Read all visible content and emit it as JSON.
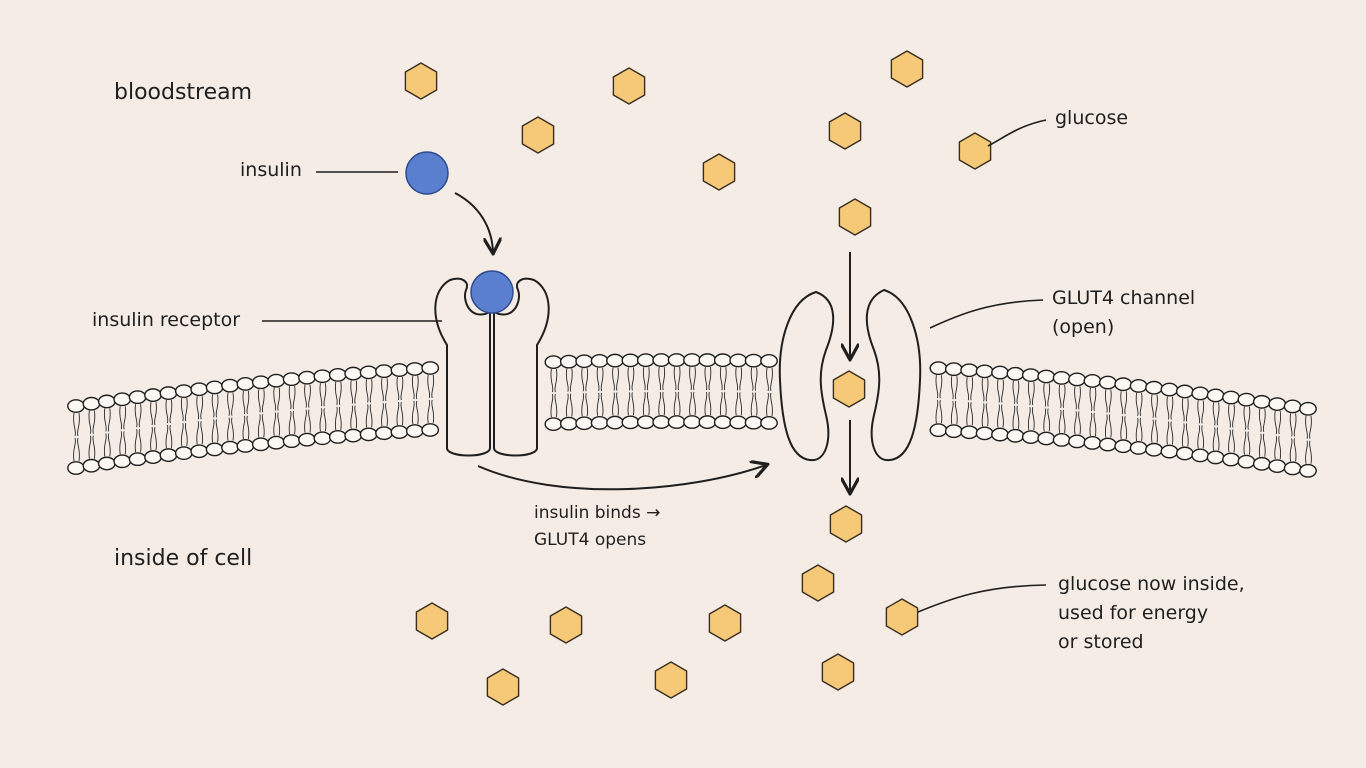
{
  "labels": {
    "bloodstream": "bloodstream",
    "inside": "inside of cell",
    "insulin": "insulin",
    "receptor": "insulin receptor",
    "glucose": "glucose",
    "glut4_line1": "GLUT4 channel",
    "glut4_line2": "(open)",
    "caption_line1": "insulin binds →",
    "caption_line2": "GLUT4 opens",
    "result_line1": "glucose now inside,",
    "result_line2": "used for energy",
    "result_line3": "or stored"
  },
  "colors": {
    "background": "#f4ece5",
    "glucose_fill": "#f5c978",
    "glucose_stroke": "#3a2e1f",
    "insulin_fill": "#5a7fce",
    "insulin_stroke": "#2e4a90",
    "ink": "#1f1f1f"
  },
  "icons": {
    "glucose": "hexagon-molecule",
    "insulin": "sphere-molecule"
  }
}
